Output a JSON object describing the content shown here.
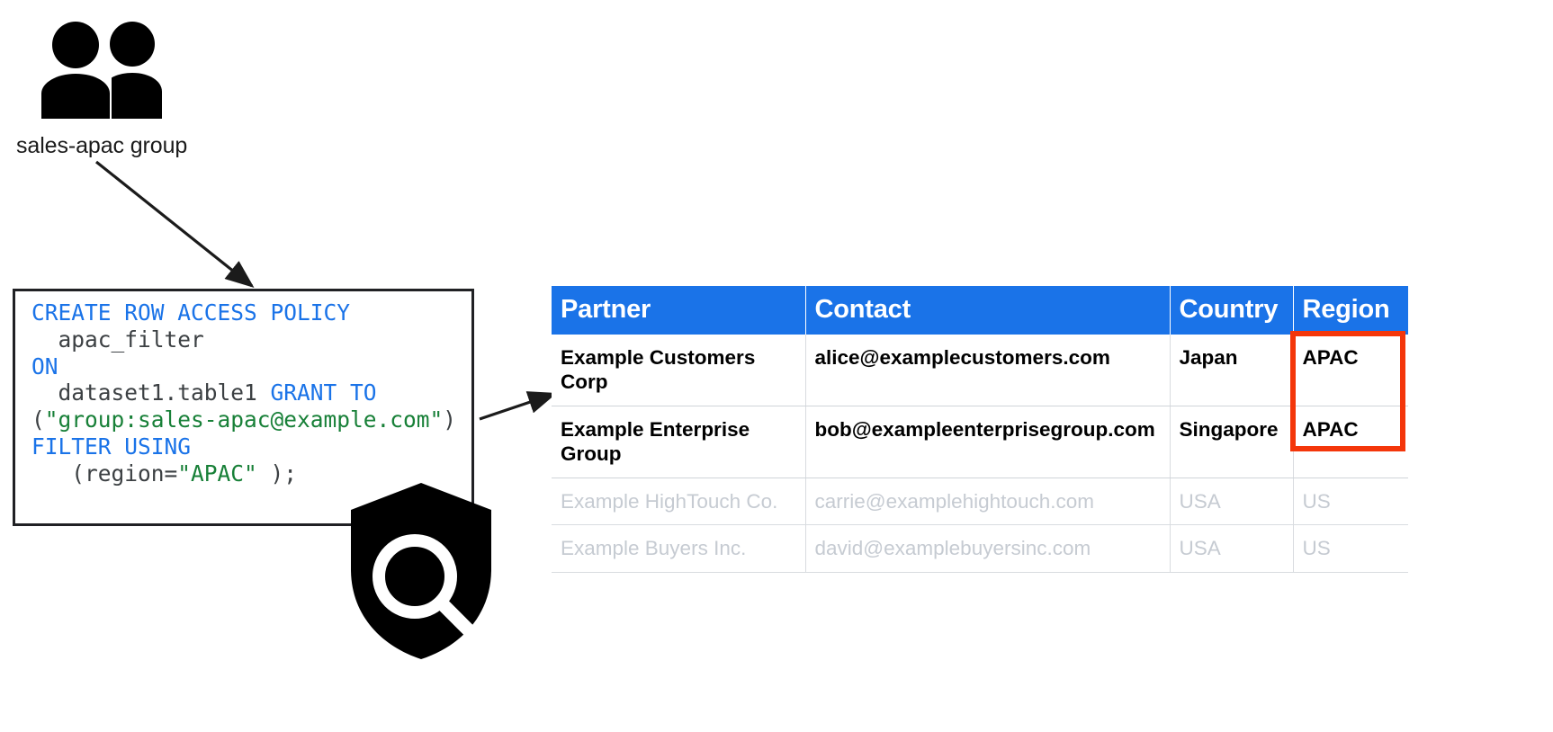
{
  "diagram": {
    "group_node": {
      "icon": "people-group-icon",
      "label": "sales-apac group"
    },
    "policy_code": {
      "icon": "shield-search-icon",
      "lines": [
        {
          "segments": [
            {
              "text": "CREATE ROW ACCESS POLICY",
              "type": "keyword"
            }
          ]
        },
        {
          "segments": [
            {
              "text": "  apac_filter",
              "type": "identifier"
            }
          ]
        },
        {
          "segments": [
            {
              "text": "ON",
              "type": "keyword"
            }
          ]
        },
        {
          "segments": [
            {
              "text": "  dataset1.table1 ",
              "type": "identifier"
            },
            {
              "text": "GRANT TO",
              "type": "keyword"
            }
          ]
        },
        {
          "segments": [
            {
              "text": "(",
              "type": "identifier"
            },
            {
              "text": "\"group:sales-apac@example.com\"",
              "type": "string"
            },
            {
              "text": ")",
              "type": "identifier"
            }
          ]
        },
        {
          "segments": [
            {
              "text": "FILTER USING",
              "type": "keyword"
            }
          ]
        },
        {
          "segments": [
            {
              "text": "   (region=",
              "type": "identifier"
            },
            {
              "text": "\"APAC\"",
              "type": "string"
            },
            {
              "text": " );",
              "type": "identifier"
            }
          ]
        }
      ],
      "plain_text": "CREATE ROW ACCESS POLICY\n  apac_filter\nON\n  dataset1.table1 GRANT TO\n(\"group:sales-apac@example.com\")\nFILTER USING\n   (region=\"APAC\" );"
    },
    "arrows": [
      {
        "name": "arrow-group-to-policy",
        "from": "sales-apac group",
        "to": "policy code box"
      },
      {
        "name": "arrow-policy-to-table",
        "from": "policy code box",
        "to": "results table"
      }
    ]
  },
  "table": {
    "headers": [
      "Partner",
      "Contact",
      "Country",
      "Region"
    ],
    "rows": [
      {
        "state": "visible",
        "cells": [
          "Example Customers Corp",
          "alice@examplecustomers.com",
          "Japan",
          "APAC"
        ]
      },
      {
        "state": "visible",
        "cells": [
          "Example Enterprise Group",
          "bob@exampleenterprisegroup.com",
          "Singapore",
          "APAC"
        ]
      },
      {
        "state": "masked",
        "cells": [
          "Example HighTouch Co.",
          "carrie@examplehightouch.com",
          "USA",
          "US"
        ]
      },
      {
        "state": "masked",
        "cells": [
          "Example Buyers Inc.",
          "david@examplebuyersinc.com",
          "USA",
          "US"
        ]
      }
    ]
  },
  "colors": {
    "header_blue": "#1a73e8",
    "highlight_red": "#f4360a",
    "keyword_blue": "#1a73e8",
    "string_green": "#188038",
    "masked_gray": "#c6cbd2",
    "border_black": "#202124"
  }
}
